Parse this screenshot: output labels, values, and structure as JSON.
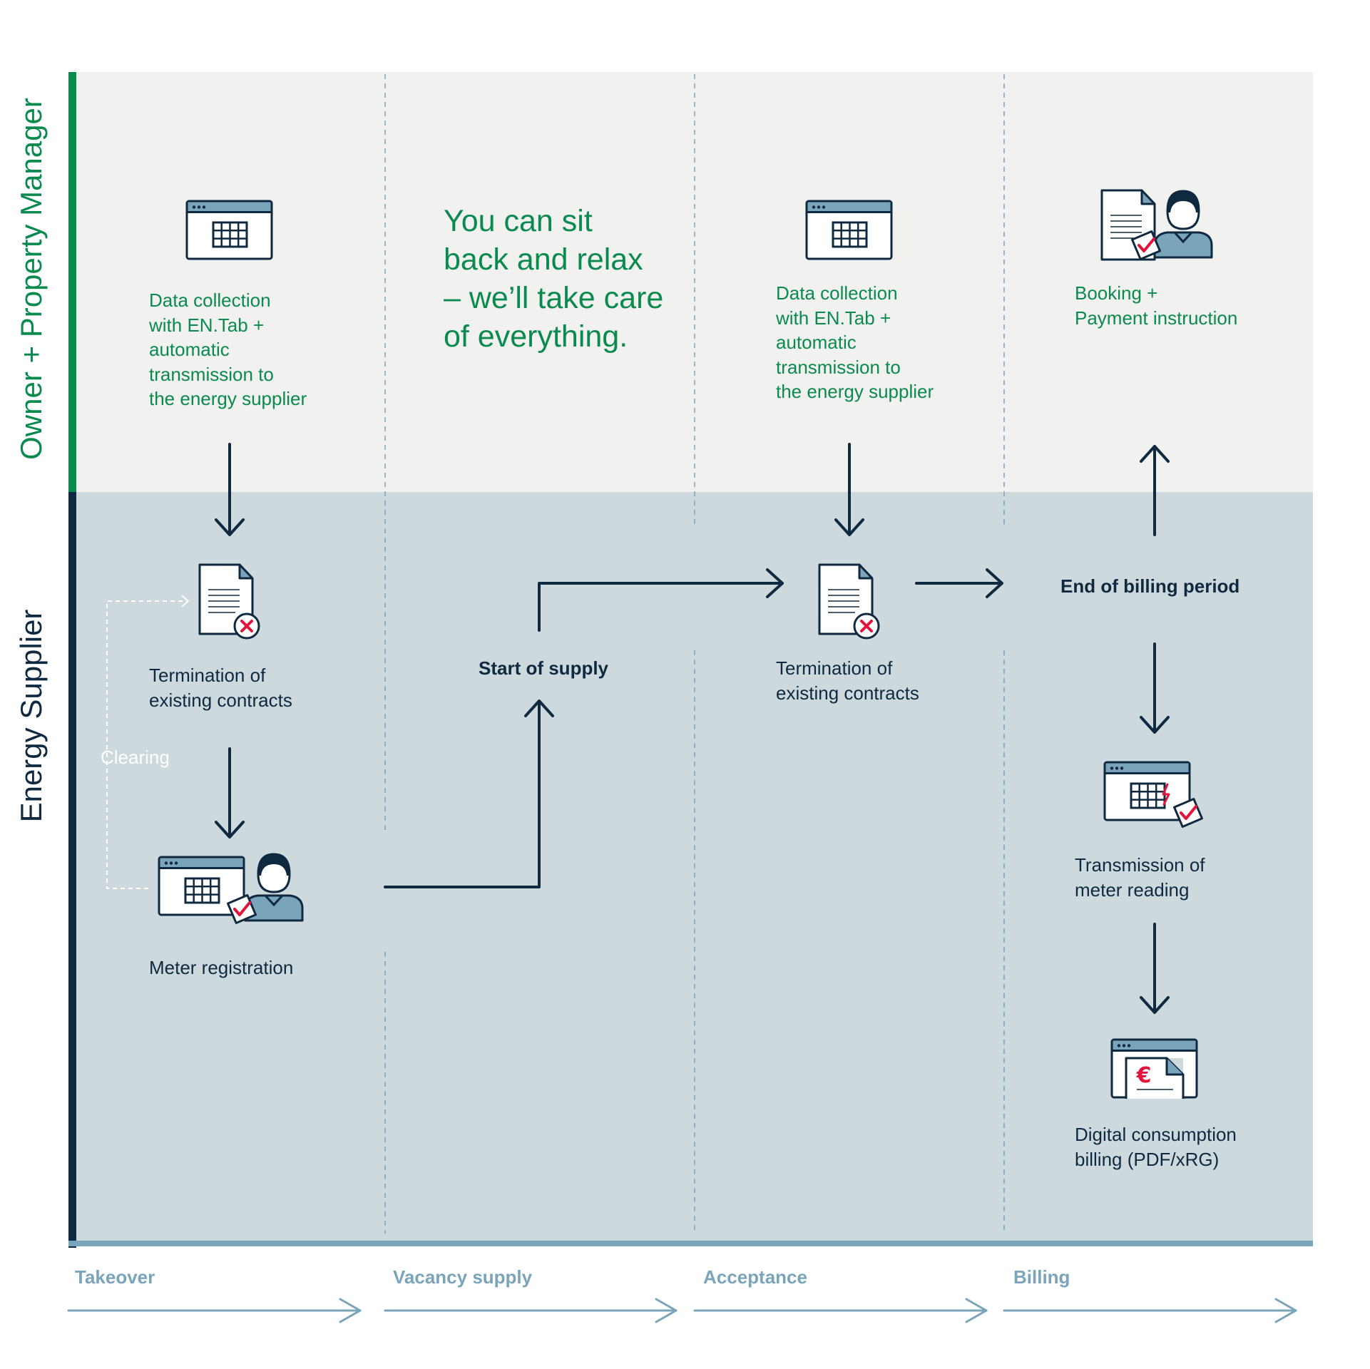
{
  "rows": {
    "owner_manager": "Owner + Property Manager",
    "energy_supplier": "Energy Supplier"
  },
  "phases": [
    "Takeover",
    "Vacancy supply",
    "Acceptance",
    "Billing"
  ],
  "headline": [
    "You can sit",
    "back and relax",
    "– we’ll take care",
    "of everything."
  ],
  "steps": {
    "data_collection_1": [
      "Data collection",
      "with EN.Tab +",
      "automatic",
      "transmission to",
      "the energy supplier"
    ],
    "data_collection_2": [
      "Data collection",
      "with EN.Tab +",
      "automatic",
      "transmission to",
      "the energy supplier"
    ],
    "booking": [
      "Booking +",
      "Payment instruction"
    ],
    "termination_1": [
      "Termination of",
      "existing contracts"
    ],
    "termination_2": [
      "Termination of",
      "existing contracts"
    ],
    "clearing": "Clearing",
    "meter_registration": "Meter registration",
    "start_of_supply": "Start of supply",
    "end_of_billing": "End of billing period",
    "transmission_meter": [
      "Transmission of",
      "meter reading"
    ],
    "digital_billing": [
      "Digital consumption",
      "billing (PDF/xRG)"
    ]
  },
  "icons": {
    "calendar-window": "calendar-window-icon",
    "document-cancel": "document-cancel-icon",
    "person-check": "person-check-icon",
    "euro-invoice": "euro-invoice-icon"
  },
  "colors": {
    "owner_bg": "#f1f1ef",
    "supplier_bg": "#cdd9dd",
    "green": "#0a8a4f",
    "navy": "#0f2a40",
    "steel": "#7aa4ba",
    "red": "#e3143c"
  }
}
